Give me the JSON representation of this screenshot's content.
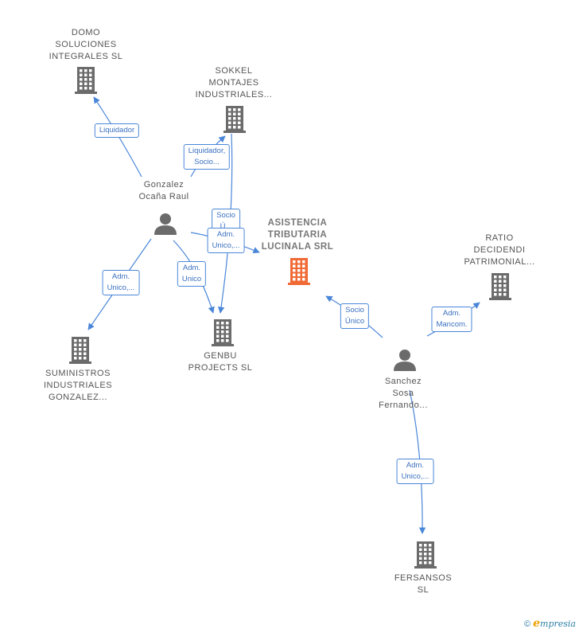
{
  "nodes": [
    {
      "id": "domo",
      "kind": "company",
      "lines": [
        "DOMO",
        "SOLUCIONES",
        "INTEGRALES SL"
      ]
    },
    {
      "id": "sokkel",
      "kind": "company",
      "lines": [
        "SOKKEL",
        "MONTAJES",
        "INDUSTRIALES..."
      ]
    },
    {
      "id": "gonzalez",
      "kind": "person",
      "lines": [
        "Gonzalez",
        "Ocaña Raul"
      ]
    },
    {
      "id": "asistencia",
      "kind": "company-main",
      "lines": [
        "ASISTENCIA",
        "TRIBUTARIA",
        "LUCINALA SRL"
      ]
    },
    {
      "id": "ratio",
      "kind": "company",
      "lines": [
        "RATIO",
        "DECIDENDI",
        "PATRIMONIAL..."
      ]
    },
    {
      "id": "suministros",
      "kind": "company",
      "lines": [
        "SUMINISTROS",
        "INDUSTRIALES",
        "GONZALEZ..."
      ]
    },
    {
      "id": "genbu",
      "kind": "company",
      "lines": [
        "GENBU",
        "PROJECTS  SL"
      ]
    },
    {
      "id": "sanchez",
      "kind": "person",
      "lines": [
        "Sanchez",
        "Sosa",
        "Fernando..."
      ]
    },
    {
      "id": "fersansos",
      "kind": "company",
      "lines": [
        "FERSANSOS",
        "SL"
      ]
    }
  ],
  "edges": [
    {
      "id": "e1",
      "from": "gonzalez",
      "to": "domo",
      "lines": [
        "Liquidador"
      ]
    },
    {
      "id": "e2",
      "from": "gonzalez",
      "to": "sokkel",
      "lines": [
        "Liquidador,",
        "Socio..."
      ]
    },
    {
      "id": "e3",
      "from": "sokkel",
      "to": "genbu",
      "lines": [
        "Socio",
        "Ú..."
      ]
    },
    {
      "id": "e4",
      "from": "gonzalez",
      "to": "asistencia",
      "lines": [
        "Adm.",
        "Unico,..."
      ]
    },
    {
      "id": "e5",
      "from": "gonzalez",
      "to": "suministros",
      "lines": [
        "Adm.",
        "Unico,..."
      ]
    },
    {
      "id": "e6",
      "from": "gonzalez",
      "to": "genbu",
      "lines": [
        "Adm.",
        "Unico"
      ]
    },
    {
      "id": "e7",
      "from": "sanchez",
      "to": "asistencia",
      "lines": [
        "Socio",
        "Único"
      ]
    },
    {
      "id": "e8",
      "from": "sanchez",
      "to": "ratio",
      "lines": [
        "Adm.",
        "Mancom."
      ]
    },
    {
      "id": "e9",
      "from": "sanchez",
      "to": "fersansos",
      "lines": [
        "Adm.",
        "Unico,..."
      ]
    }
  ],
  "colors": {
    "edge": "#4a86d8",
    "company": "#6b6b6b",
    "company_main": "#f06a35",
    "person": "#6b6b6b"
  },
  "icons": {
    "company": "building-icon",
    "person": "person-icon"
  },
  "footer": {
    "copyright": "©",
    "brand_first": "e",
    "brand_rest": "mpresia"
  }
}
